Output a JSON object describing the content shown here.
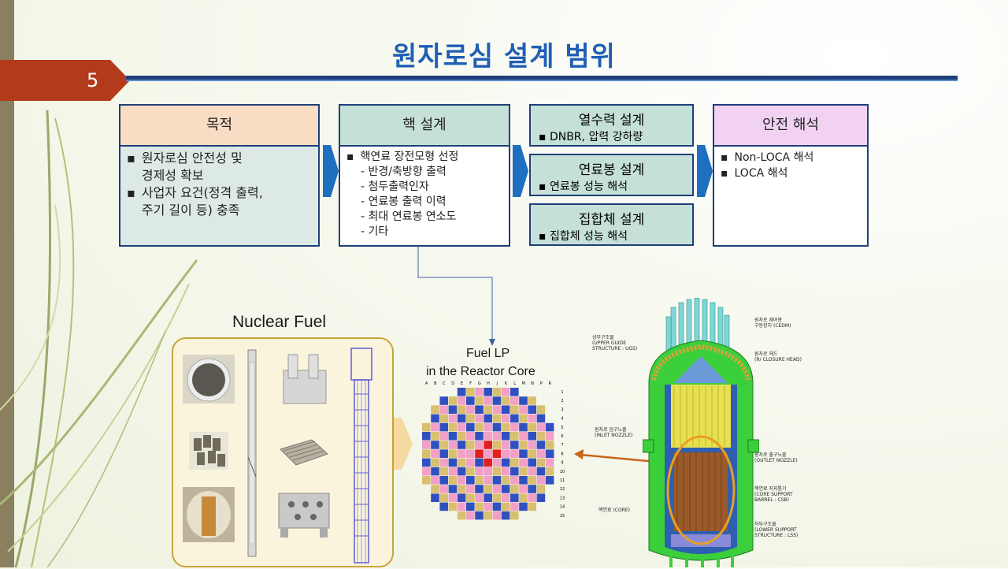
{
  "slide": {
    "page_number": "5",
    "title": "원자로심 설계 범위"
  },
  "flow": {
    "purpose": {
      "header": "목적",
      "bullets": [
        "원자로심 안전성 및 경제성 확보",
        "사업자 요건(정격 출력, 주기 길이 등) 충족"
      ],
      "bullet_lines": [
        [
          "원자로심 안전성 및",
          "경제성 확보"
        ],
        [
          "사업자 요건(정격 출력,",
          "주기 길이 등) 충족"
        ]
      ]
    },
    "nuclear_design": {
      "header": "핵 설계",
      "bullet": "핵연료 장전모형 선정",
      "sub_items": [
        "- 반경/축방향 출력",
        "- 첨두출력인자",
        "- 연료봉 출력 이력",
        "- 최대 연료봉 연소도",
        "- 기타"
      ]
    },
    "thermal_hydraulic": {
      "header": "열수력 설계",
      "bullet": "DNBR, 압력 강하량"
    },
    "fuel_rod": {
      "header": "연료봉 설계",
      "bullet": "연료봉 성능 해석"
    },
    "assembly": {
      "header": "집합체 설계",
      "bullet": "집합체 성능 해석"
    },
    "safety": {
      "header": "안전 해석",
      "bullets": [
        "Non-LOCA 해석",
        "LOCA 해석"
      ]
    }
  },
  "bottom": {
    "nuclear_fuel_label": "Nuclear Fuel",
    "fuel_lp_label_1": "Fuel LP",
    "fuel_lp_label_2": "in the Reactor Core",
    "core_columns": [
      "A",
      "B",
      "C",
      "D",
      "E",
      "F",
      "G",
      "H",
      "J",
      "K",
      "L",
      "M",
      "N",
      "P",
      "R"
    ],
    "core_rows": [
      "1",
      "2",
      "3",
      "4",
      "5",
      "6",
      "7",
      "8",
      "9",
      "10",
      "11",
      "12",
      "13",
      "14",
      "15"
    ]
  },
  "reactor_labels": {
    "cedm": [
      "원자로 제어봉",
      "구동장치 (CEDM)"
    ],
    "upper_guide": [
      "상부구조물",
      "(UPPER GUIDE",
      "STRUCTURE : UGS)"
    ],
    "head": [
      "원자로 헤드",
      "(R/ CLOSURE HEAD)"
    ],
    "inlet": [
      "원자로 입구노즐",
      "(INLET NOZZLE)"
    ],
    "outlet": [
      "원자로 출구노즐",
      "(OUTLET NOZZLE)"
    ],
    "barrel": [
      "핵연료 지지통기",
      "(CORE SUPPORT",
      "BARREL : CSB)"
    ],
    "core": [
      "핵연료 (CORE)"
    ],
    "lower": [
      "하부구조물",
      "(LOWER SUPPORT",
      "STRUCTURE : LSS)"
    ]
  },
  "colors": {
    "title_blue": "#1f5fb4",
    "box_border": "#1f3f7a",
    "purpose_header_bg": "#f8dcc4",
    "purpose_body_bg": "#dde9e6",
    "green_header_bg": "#c5e0d6",
    "safety_header_bg": "#f2d2f2",
    "chevron_blue": "#1f6fc0",
    "tab_red": "#b33a1b"
  }
}
